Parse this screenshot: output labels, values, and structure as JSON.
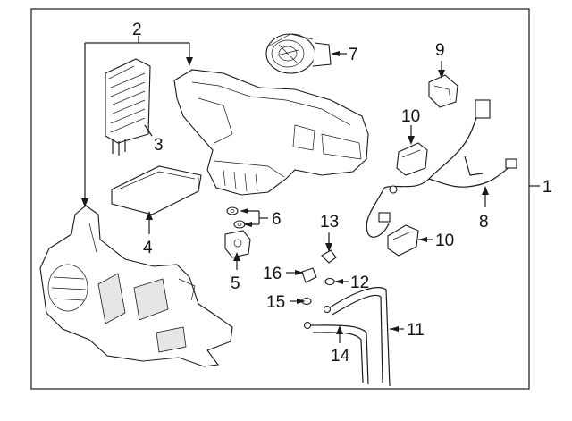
{
  "diagram": {
    "callouts": [
      {
        "id": "1",
        "text": "1"
      },
      {
        "id": "2",
        "text": "2"
      },
      {
        "id": "3",
        "text": "3"
      },
      {
        "id": "4",
        "text": "4"
      },
      {
        "id": "5",
        "text": "5"
      },
      {
        "id": "6",
        "text": "6"
      },
      {
        "id": "7",
        "text": "7"
      },
      {
        "id": "8",
        "text": "8"
      },
      {
        "id": "9",
        "text": "9"
      },
      {
        "id": "10a",
        "text": "10"
      },
      {
        "id": "10b",
        "text": "10"
      },
      {
        "id": "11",
        "text": "11"
      },
      {
        "id": "12",
        "text": "12"
      },
      {
        "id": "13",
        "text": "13"
      },
      {
        "id": "14",
        "text": "14"
      },
      {
        "id": "15",
        "text": "15"
      },
      {
        "id": "16",
        "text": "16"
      }
    ]
  }
}
